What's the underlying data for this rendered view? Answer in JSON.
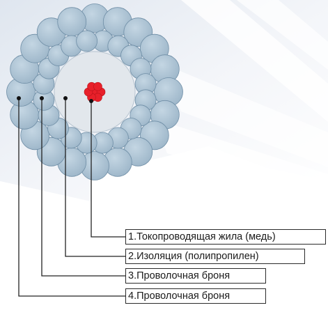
{
  "colors": {
    "strand_fill": "#a9c2d4",
    "strand_stroke": "#6f8ea6",
    "insulation_fill": "#e2e7ec",
    "conductor_fill": "#e8202a",
    "leader_line": "#222222"
  },
  "labels": [
    {
      "text": "1.Токопроводящая жила (медь)"
    },
    {
      "text": "2.Изоляция (полипропилен)"
    },
    {
      "text": "3.Проволочная броня"
    },
    {
      "text": "4.Проволочная броня"
    }
  ]
}
